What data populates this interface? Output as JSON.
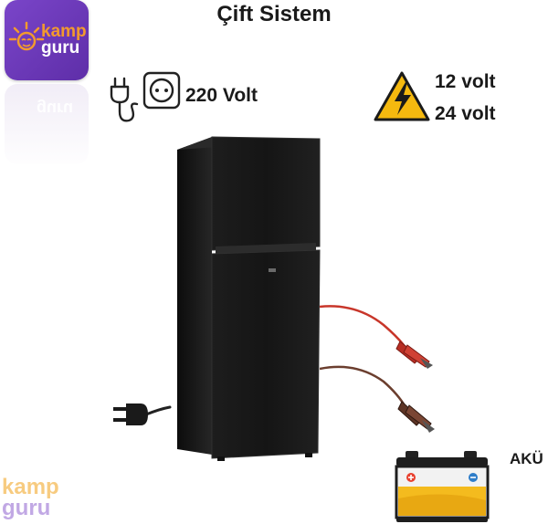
{
  "title": "Çift Sistem",
  "logo": {
    "line1": "kamp",
    "line2": "guru",
    "accent": "#f29a2e",
    "bg": "#6a37b8"
  },
  "ac": {
    "label": "220 Volt",
    "icon": "plug-socket-icon"
  },
  "dc": {
    "line1": "12 volt",
    "line2": "24 volt",
    "icon": "high-voltage-warning-icon"
  },
  "battery": {
    "label": "AKÜ",
    "icon": "car-battery-icon"
  },
  "fridge": {
    "icon": "black-double-door-refrigerator"
  },
  "cables": {
    "red": "#c8362a",
    "brown": "#6b3e2e"
  },
  "watermark": {
    "line1": "kamp",
    "line2": "guru"
  }
}
